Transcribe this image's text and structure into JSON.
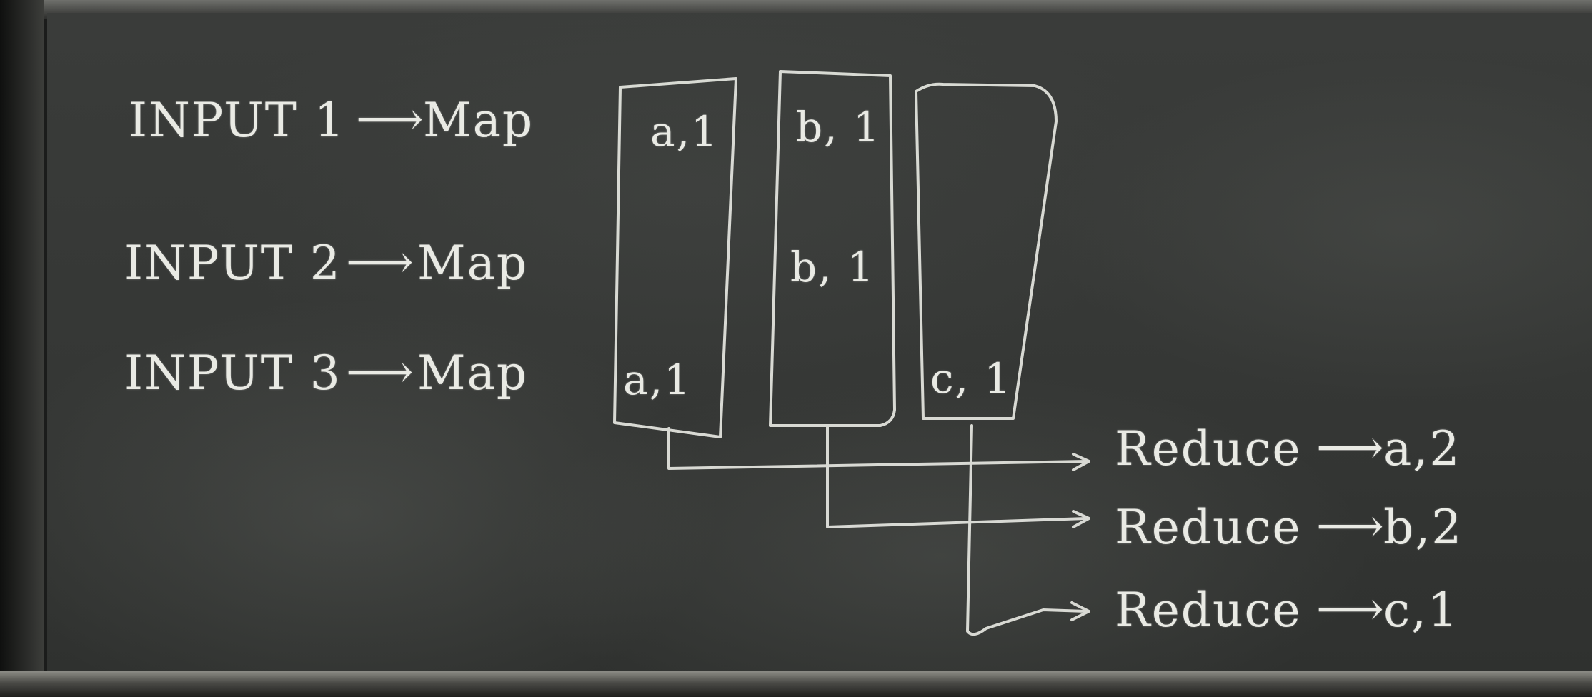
{
  "inputs": [
    {
      "input": "INPUT 1",
      "arrow": "⟶",
      "map": "Map"
    },
    {
      "input": "INPUT 2",
      "arrow": "⟶",
      "map": "Map"
    },
    {
      "input": "INPUT 3",
      "arrow": "⟶",
      "map": "Map"
    }
  ],
  "pairs": {
    "a1_top": "a,1",
    "b1_top": "b, 1",
    "b1_mid": "b, 1",
    "a1_bottom": "a,1",
    "c1_bottom": "c, 1"
  },
  "reducers": [
    {
      "label": "Reduce",
      "arrow": "⟶",
      "result": "a,2"
    },
    {
      "label": "Reduce",
      "arrow": "⟶",
      "result": "b,2"
    },
    {
      "label": "Reduce",
      "arrow": "⟶",
      "result": "c,1"
    }
  ],
  "colors": {
    "chalk": "#e9eae4",
    "board": "#353735"
  }
}
